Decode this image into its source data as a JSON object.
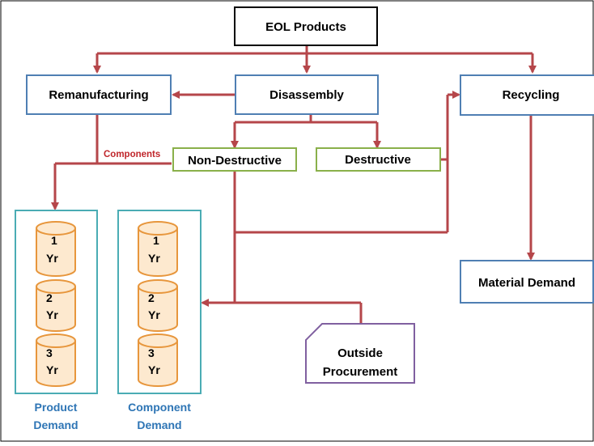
{
  "colors": {
    "arrow": "#b5464a",
    "box_blue": "#4f7fb3",
    "box_green": "#8ab04a",
    "box_black": "#000000",
    "storage_teal": "#4aacb4",
    "cylinder_fill": "#fde9cf",
    "cylinder_stroke": "#e7963c",
    "procurement": "#8060a0",
    "caption": "#2e75b5",
    "components_label": "#c0262b"
  },
  "nodes": {
    "eol": "EOL Products",
    "remanufacturing": "Remanufacturing",
    "disassembly": "Disassembly",
    "recycling": "Recycling",
    "non_destructive": "Non-Destructive",
    "destructive": "Destructive",
    "material_demand": "Material Demand",
    "outside_procurement_line1": "Outside",
    "outside_procurement_line2": "Procurement"
  },
  "edge_labels": {
    "components": "Components"
  },
  "storage": {
    "product": {
      "caption_line1": "Product",
      "caption_line2": "Demand",
      "cylinders": [
        {
          "line1": "1",
          "line2": "Yr"
        },
        {
          "line1": "2",
          "line2": "Yr"
        },
        {
          "line1": "3",
          "line2": "Yr"
        }
      ]
    },
    "component": {
      "caption_line1": "Component",
      "caption_line2": "Demand",
      "cylinders": [
        {
          "line1": "1",
          "line2": "Yr"
        },
        {
          "line1": "2",
          "line2": "Yr"
        },
        {
          "line1": "3",
          "line2": "Yr"
        }
      ]
    }
  }
}
